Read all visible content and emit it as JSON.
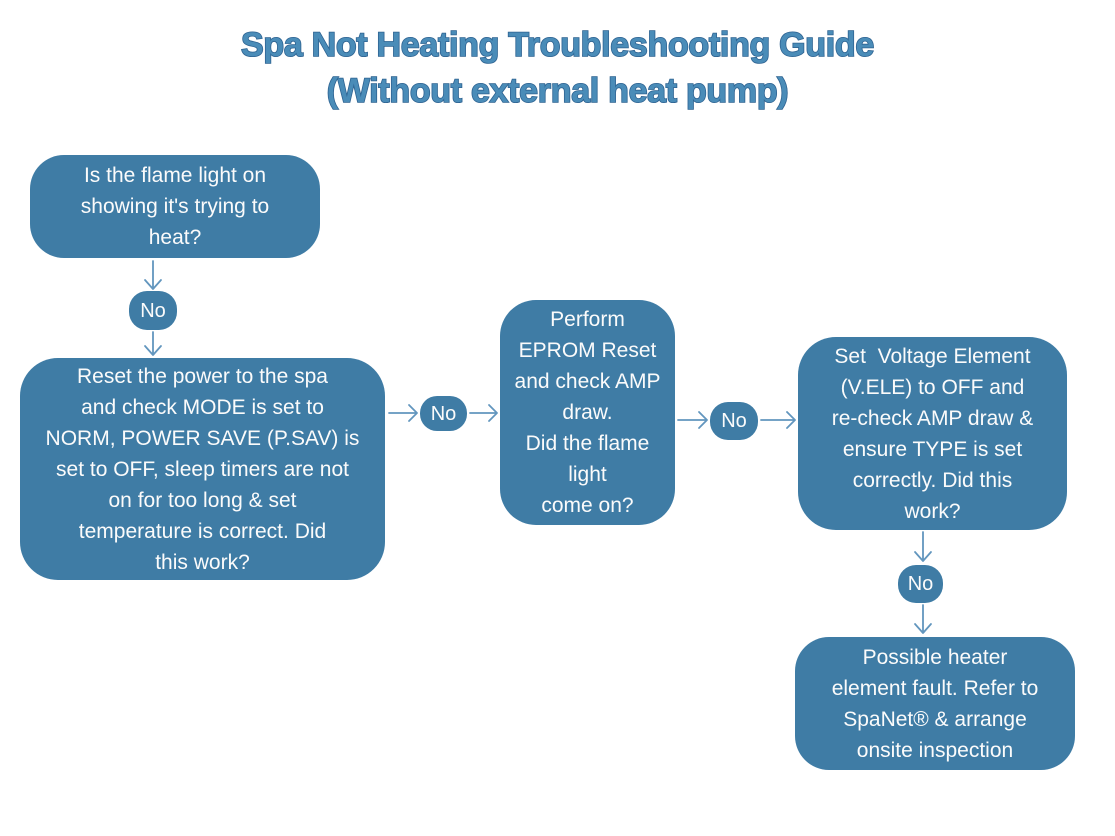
{
  "title": {
    "line1": "Spa Not Heating Troubleshooting Guide",
    "line2": "(Without external heat pump)"
  },
  "colors": {
    "background": "#FFFFFF",
    "box_fill": "#3F7CA5",
    "box_text": "#FBFBFB",
    "arrow": "#6296BE",
    "title_fill": "#4A8CB8",
    "title_outline": "#2D6291"
  },
  "nodes": [
    {
      "id": "flame-light-question",
      "text": "Is the flame light on\nshowing it's trying to\nheat?"
    },
    {
      "id": "power-reset-check",
      "text": "Reset the power to the spa\nand check MODE is set to\nNORM, POWER SAVE (P.SAV) is\nset to OFF, sleep timers are not\non for too long & set\ntemperature is correct. Did\nthis work?"
    },
    {
      "id": "eprom-reset-check",
      "text": "Perform\nEPROM Reset\nand check AMP\ndraw.\nDid the flame\nlight\ncome on?"
    },
    {
      "id": "voltage-element-check",
      "text": "Set  Voltage Element\n(V.ELE) to OFF and\nre-check AMP draw &\nensure TYPE is set\ncorrectly. Did this\nwork?"
    },
    {
      "id": "heater-element-fault",
      "text": "Possible heater\nelement fault. Refer to\nSpaNet® & arrange\nonsite inspection"
    }
  ],
  "connectors": [
    {
      "label": "No"
    },
    {
      "label": "No"
    },
    {
      "label": "No"
    },
    {
      "label": "No"
    }
  ]
}
